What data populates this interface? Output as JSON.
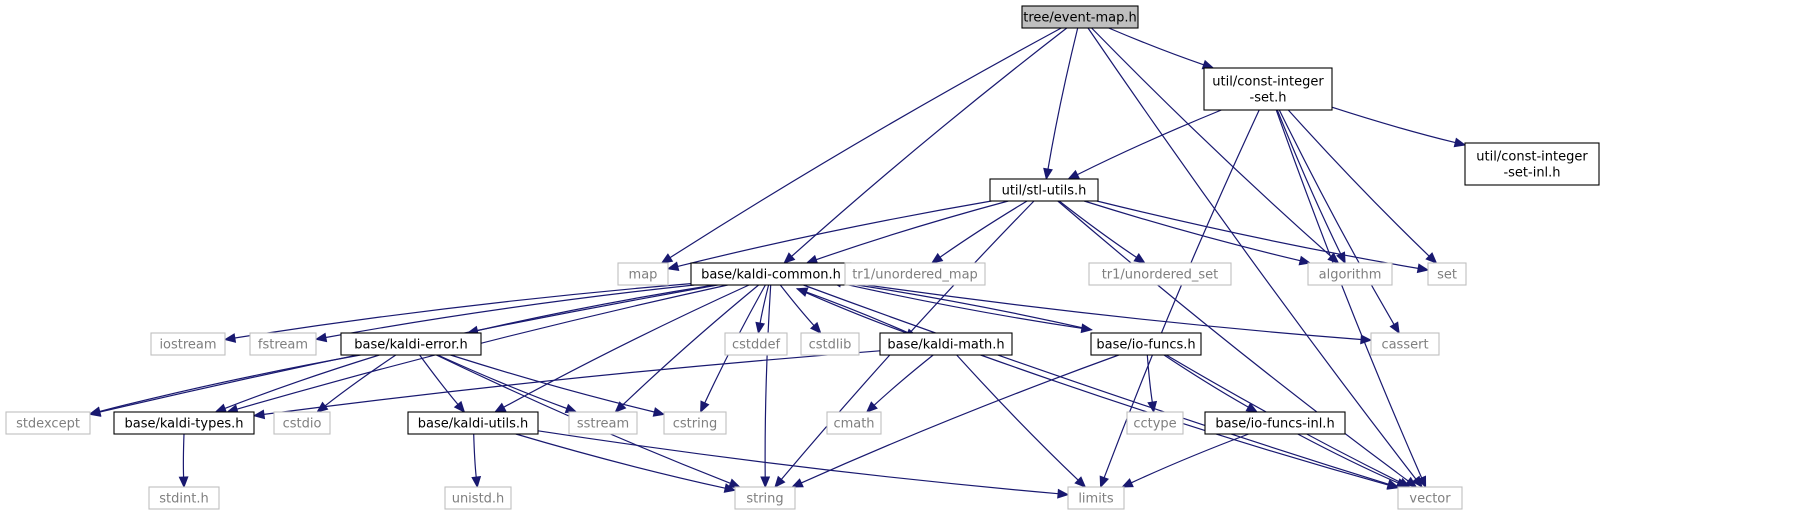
{
  "diagram": {
    "nodes": [
      {
        "id": "tree_event_map",
        "lines": [
          "tree/event-map.h"
        ],
        "style": "root"
      },
      {
        "id": "util_const_integer_set",
        "lines": [
          "util/const-integer",
          "-set.h"
        ],
        "style": "boxed"
      },
      {
        "id": "util_stl_utils",
        "lines": [
          "util/stl-utils.h"
        ],
        "style": "boxed"
      },
      {
        "id": "util_const_integer_set_inl",
        "lines": [
          "util/const-integer",
          "-set-inl.h"
        ],
        "style": "boxed"
      },
      {
        "id": "map",
        "lines": [
          "map"
        ],
        "style": "external"
      },
      {
        "id": "base_kaldi_common",
        "lines": [
          "base/kaldi-common.h"
        ],
        "style": "boxed"
      },
      {
        "id": "tr1_unordered_map",
        "lines": [
          "tr1/unordered_map"
        ],
        "style": "external"
      },
      {
        "id": "tr1_unordered_set",
        "lines": [
          "tr1/unordered_set"
        ],
        "style": "external"
      },
      {
        "id": "algorithm",
        "lines": [
          "algorithm"
        ],
        "style": "external"
      },
      {
        "id": "set",
        "lines": [
          "set"
        ],
        "style": "external"
      },
      {
        "id": "iostream",
        "lines": [
          "iostream"
        ],
        "style": "external"
      },
      {
        "id": "fstream",
        "lines": [
          "fstream"
        ],
        "style": "external"
      },
      {
        "id": "base_kaldi_error",
        "lines": [
          "base/kaldi-error.h"
        ],
        "style": "boxed"
      },
      {
        "id": "cstddef",
        "lines": [
          "cstddef"
        ],
        "style": "external"
      },
      {
        "id": "cstdlib",
        "lines": [
          "cstdlib"
        ],
        "style": "external"
      },
      {
        "id": "base_kaldi_math",
        "lines": [
          "base/kaldi-math.h"
        ],
        "style": "boxed"
      },
      {
        "id": "base_io_funcs",
        "lines": [
          "base/io-funcs.h"
        ],
        "style": "boxed"
      },
      {
        "id": "cassert",
        "lines": [
          "cassert"
        ],
        "style": "external"
      },
      {
        "id": "stdexcept",
        "lines": [
          "stdexcept"
        ],
        "style": "external"
      },
      {
        "id": "base_kaldi_types",
        "lines": [
          "base/kaldi-types.h"
        ],
        "style": "boxed"
      },
      {
        "id": "cstdio",
        "lines": [
          "cstdio"
        ],
        "style": "external"
      },
      {
        "id": "base_kaldi_utils",
        "lines": [
          "base/kaldi-utils.h"
        ],
        "style": "boxed"
      },
      {
        "id": "sstream",
        "lines": [
          "sstream"
        ],
        "style": "external"
      },
      {
        "id": "cstring",
        "lines": [
          "cstring"
        ],
        "style": "external"
      },
      {
        "id": "cmath",
        "lines": [
          "cmath"
        ],
        "style": "external"
      },
      {
        "id": "cctype",
        "lines": [
          "cctype"
        ],
        "style": "external"
      },
      {
        "id": "base_io_funcs_inl",
        "lines": [
          "base/io-funcs-inl.h"
        ],
        "style": "boxed"
      },
      {
        "id": "stdint",
        "lines": [
          "stdint.h"
        ],
        "style": "external"
      },
      {
        "id": "unistd",
        "lines": [
          "unistd.h"
        ],
        "style": "external"
      },
      {
        "id": "string",
        "lines": [
          "string"
        ],
        "style": "external"
      },
      {
        "id": "limits",
        "lines": [
          "limits"
        ],
        "style": "external"
      },
      {
        "id": "vector",
        "lines": [
          "vector"
        ],
        "style": "external"
      }
    ],
    "edges": [
      {
        "from": "tree_event_map",
        "to": "util_const_integer_set"
      },
      {
        "from": "tree_event_map",
        "to": "util_stl_utils"
      },
      {
        "from": "tree_event_map",
        "to": "map"
      },
      {
        "from": "tree_event_map",
        "to": "base_kaldi_common"
      },
      {
        "from": "tree_event_map",
        "to": "algorithm"
      },
      {
        "from": "tree_event_map",
        "to": "vector"
      },
      {
        "from": "util_const_integer_set",
        "to": "util_stl_utils"
      },
      {
        "from": "util_const_integer_set",
        "to": "util_const_integer_set_inl"
      },
      {
        "from": "util_const_integer_set",
        "to": "algorithm"
      },
      {
        "from": "util_const_integer_set",
        "to": "set"
      },
      {
        "from": "util_const_integer_set",
        "to": "cassert"
      },
      {
        "from": "util_const_integer_set",
        "to": "limits"
      },
      {
        "from": "util_const_integer_set",
        "to": "vector"
      },
      {
        "from": "util_stl_utils",
        "to": "map"
      },
      {
        "from": "util_stl_utils",
        "to": "base_kaldi_common"
      },
      {
        "from": "util_stl_utils",
        "to": "tr1_unordered_map"
      },
      {
        "from": "util_stl_utils",
        "to": "tr1_unordered_set"
      },
      {
        "from": "util_stl_utils",
        "to": "algorithm"
      },
      {
        "from": "util_stl_utils",
        "to": "set"
      },
      {
        "from": "util_stl_utils",
        "to": "string"
      },
      {
        "from": "util_stl_utils",
        "to": "vector"
      },
      {
        "from": "base_kaldi_common",
        "to": "iostream"
      },
      {
        "from": "base_kaldi_common",
        "to": "fstream"
      },
      {
        "from": "base_kaldi_common",
        "to": "base_kaldi_error"
      },
      {
        "from": "base_kaldi_common",
        "to": "cstddef"
      },
      {
        "from": "base_kaldi_common",
        "to": "cstdlib"
      },
      {
        "from": "base_kaldi_common",
        "to": "base_kaldi_math"
      },
      {
        "from": "base_kaldi_common",
        "to": "base_io_funcs"
      },
      {
        "from": "base_kaldi_common",
        "to": "cassert"
      },
      {
        "from": "base_kaldi_common",
        "to": "stdexcept"
      },
      {
        "from": "base_kaldi_common",
        "to": "base_kaldi_types"
      },
      {
        "from": "base_kaldi_common",
        "to": "base_kaldi_utils"
      },
      {
        "from": "base_kaldi_common",
        "to": "sstream"
      },
      {
        "from": "base_kaldi_common",
        "to": "cstring"
      },
      {
        "from": "base_kaldi_common",
        "to": "string"
      },
      {
        "from": "base_kaldi_common",
        "to": "vector"
      },
      {
        "from": "base_kaldi_math",
        "to": "base_kaldi_common"
      },
      {
        "from": "base_io_funcs",
        "to": "base_kaldi_common"
      },
      {
        "from": "base_kaldi_error",
        "to": "stdexcept"
      },
      {
        "from": "base_kaldi_error",
        "to": "base_kaldi_types"
      },
      {
        "from": "base_kaldi_error",
        "to": "cstdio"
      },
      {
        "from": "base_kaldi_error",
        "to": "base_kaldi_utils"
      },
      {
        "from": "base_kaldi_error",
        "to": "sstream"
      },
      {
        "from": "base_kaldi_error",
        "to": "cstring"
      },
      {
        "from": "base_kaldi_error",
        "to": "string"
      },
      {
        "from": "base_kaldi_math",
        "to": "base_kaldi_types"
      },
      {
        "from": "base_kaldi_math",
        "to": "cmath"
      },
      {
        "from": "base_kaldi_math",
        "to": "limits"
      },
      {
        "from": "base_kaldi_math",
        "to": "vector"
      },
      {
        "from": "base_io_funcs",
        "to": "cctype"
      },
      {
        "from": "base_io_funcs",
        "to": "base_io_funcs_inl"
      },
      {
        "from": "base_io_funcs",
        "to": "string"
      },
      {
        "from": "base_io_funcs",
        "to": "vector"
      },
      {
        "from": "base_io_funcs_inl",
        "to": "limits"
      },
      {
        "from": "base_io_funcs_inl",
        "to": "vector"
      },
      {
        "from": "base_kaldi_types",
        "to": "stdint"
      },
      {
        "from": "base_kaldi_utils",
        "to": "unistd"
      },
      {
        "from": "base_kaldi_utils",
        "to": "string"
      },
      {
        "from": "base_kaldi_utils",
        "to": "limits"
      }
    ]
  },
  "colors": {
    "edge": "#191970",
    "root_fill": "#bfbfbf",
    "boxed_border": "#000000",
    "external_border": "#bfbfbf",
    "external_text": "#7f7f7f",
    "text": "#000000"
  }
}
